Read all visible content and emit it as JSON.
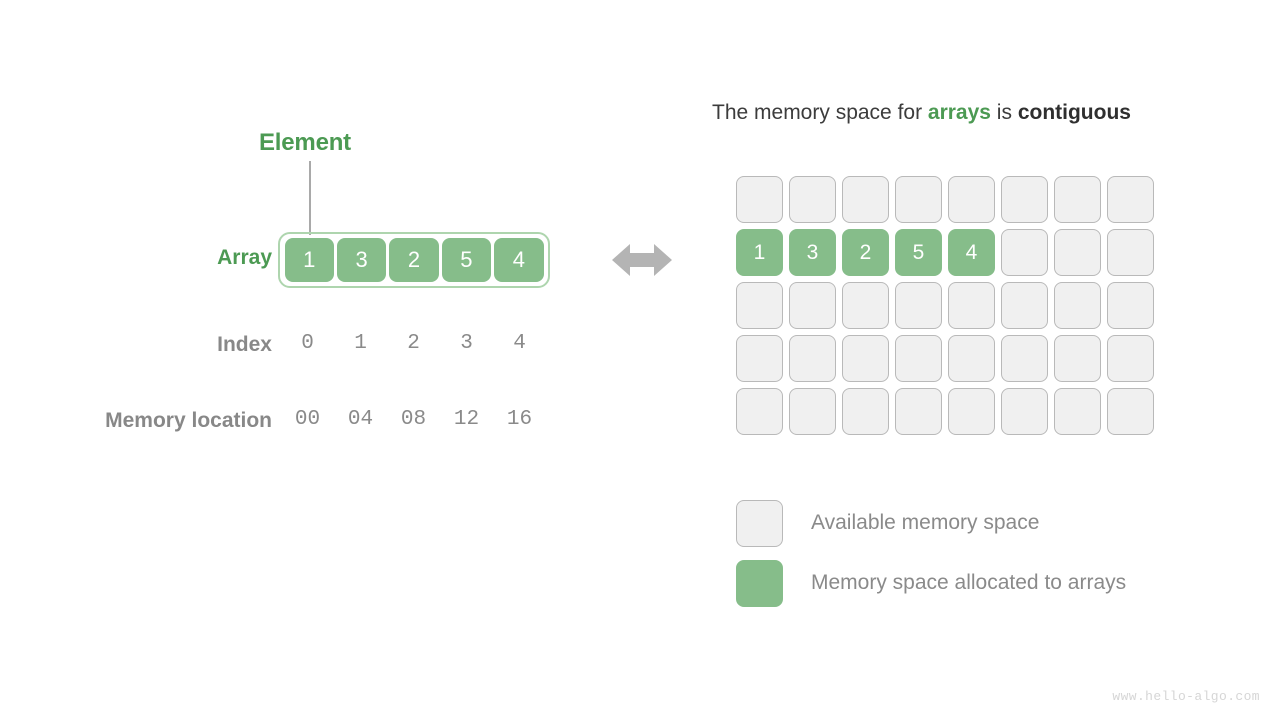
{
  "figure": {
    "watermark": "www.hello-algo.com",
    "colors": {
      "array_green": "#86bd8a",
      "label_green": "#4c9a53",
      "array_border_green": "#aed5ae",
      "free_cell_fill": "#f0f0f0",
      "free_cell_border": "#b9b9b9",
      "gray_text": "#8a8a8a",
      "arrow_gray": "#b4b4b4",
      "connector_gray": "#a9a9a9"
    }
  },
  "left_panel": {
    "element_callout": "Element",
    "rows": [
      {
        "label": "Array",
        "values": [
          "1",
          "3",
          "2",
          "5",
          "4"
        ]
      },
      {
        "label": "Index",
        "values": [
          "0",
          "1",
          "2",
          "3",
          "4"
        ]
      },
      {
        "label": "Memory location",
        "values": [
          "00",
          "04",
          "08",
          "12",
          "16"
        ]
      }
    ],
    "array_values": [
      "1",
      "3",
      "2",
      "5",
      "4"
    ],
    "index_values": [
      "0",
      "1",
      "2",
      "3",
      "4"
    ],
    "memory_location_values": [
      "00",
      "04",
      "08",
      "12",
      "16"
    ]
  },
  "connector": {
    "icon": "double-headed-arrow",
    "direction": "horizontal"
  },
  "right_panel": {
    "heading": {
      "part1": "The memory space for ",
      "highlight_green": "arrays",
      "part2": " is ",
      "highlight_dark": "contiguous",
      "full_text": "The memory space for arrays is contiguous"
    },
    "grid": {
      "columns": 8,
      "rows": 5,
      "cells": [
        [
          "",
          "",
          "",
          "",
          "",
          "",
          "",
          ""
        ],
        [
          "1",
          "3",
          "2",
          "5",
          "4",
          "",
          "",
          ""
        ],
        [
          "",
          "",
          "",
          "",
          "",
          "",
          "",
          ""
        ],
        [
          "",
          "",
          "",
          "",
          "",
          "",
          "",
          ""
        ],
        [
          "",
          "",
          "",
          "",
          "",
          "",
          "",
          ""
        ]
      ]
    },
    "legend": [
      {
        "swatch": "free",
        "label": "Available memory space"
      },
      {
        "swatch": "used",
        "label": "Memory space allocated to arrays"
      }
    ]
  }
}
